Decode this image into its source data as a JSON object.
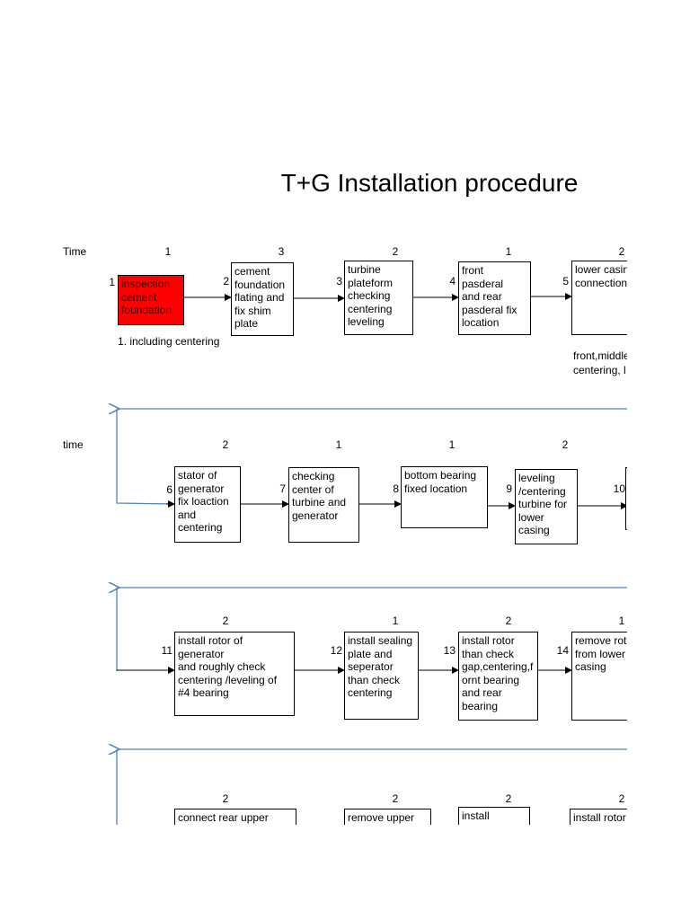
{
  "title": "T+G Installation procedure",
  "row_labels": [
    "Time",
    "time"
  ],
  "colors": {
    "highlight": "#ff0000",
    "return_arrow": "#4f81bd",
    "line": "#000000"
  },
  "rows": [
    {
      "steps": [
        {
          "num": "1",
          "time": "1",
          "text": "inspection\ncement\nfoundation",
          "highlight": true
        },
        {
          "num": "2",
          "time": "3",
          "text": "cement\nfoundation\nflating and\nfix shim\nplate"
        },
        {
          "num": "3",
          "time": "2",
          "text": "turbine\nplateform\nchecking\ncentering\nleveling"
        },
        {
          "num": "4",
          "time": "1",
          "text": "front pasderal\nand rear\npasderal fix\nlocation"
        },
        {
          "num": "5",
          "time": "2",
          "text": "lower casing\nconnection"
        }
      ],
      "notes": [
        "1. including centering",
        "front,middle\ncentering, l"
      ]
    },
    {
      "steps": [
        {
          "num": "6",
          "time": "2",
          "text": "stator of\ngenerator\nfix loaction\nand\ncentering"
        },
        {
          "num": "7",
          "time": "1",
          "text": "checking\ncenter of\nturbine and\ngenerator"
        },
        {
          "num": "8",
          "time": "1",
          "text": "bottom bearing\nfixed location"
        },
        {
          "num": "9",
          "time": "2",
          "text": "leveling\n/centering\nturbine for\nlower\ncasing"
        },
        {
          "num": "10",
          "time": "",
          "text": ""
        }
      ]
    },
    {
      "steps": [
        {
          "num": "11",
          "time": "2",
          "text": "install rotor of\ngenerator\nand roughly check\ncentering /leveling of\n#4 bearing"
        },
        {
          "num": "12",
          "time": "1",
          "text": "install sealing\nplate and\nseperator\nthan check\ncentering"
        },
        {
          "num": "13",
          "time": "2",
          "text": "install rotor\nthan check\ngap,centering,f\nornt bearing\nand rear\nbearing"
        },
        {
          "num": "14",
          "time": "1",
          "text": "remove rotor\nfrom lower\ncasing"
        }
      ]
    },
    {
      "steps": [
        {
          "num": "",
          "time": "2",
          "text": "connect rear upper"
        },
        {
          "num": "",
          "time": "2",
          "text": "remove upper"
        },
        {
          "num": "",
          "time": "2",
          "text": "install"
        },
        {
          "num": "",
          "time": "2",
          "text": "install rotor"
        }
      ]
    }
  ]
}
